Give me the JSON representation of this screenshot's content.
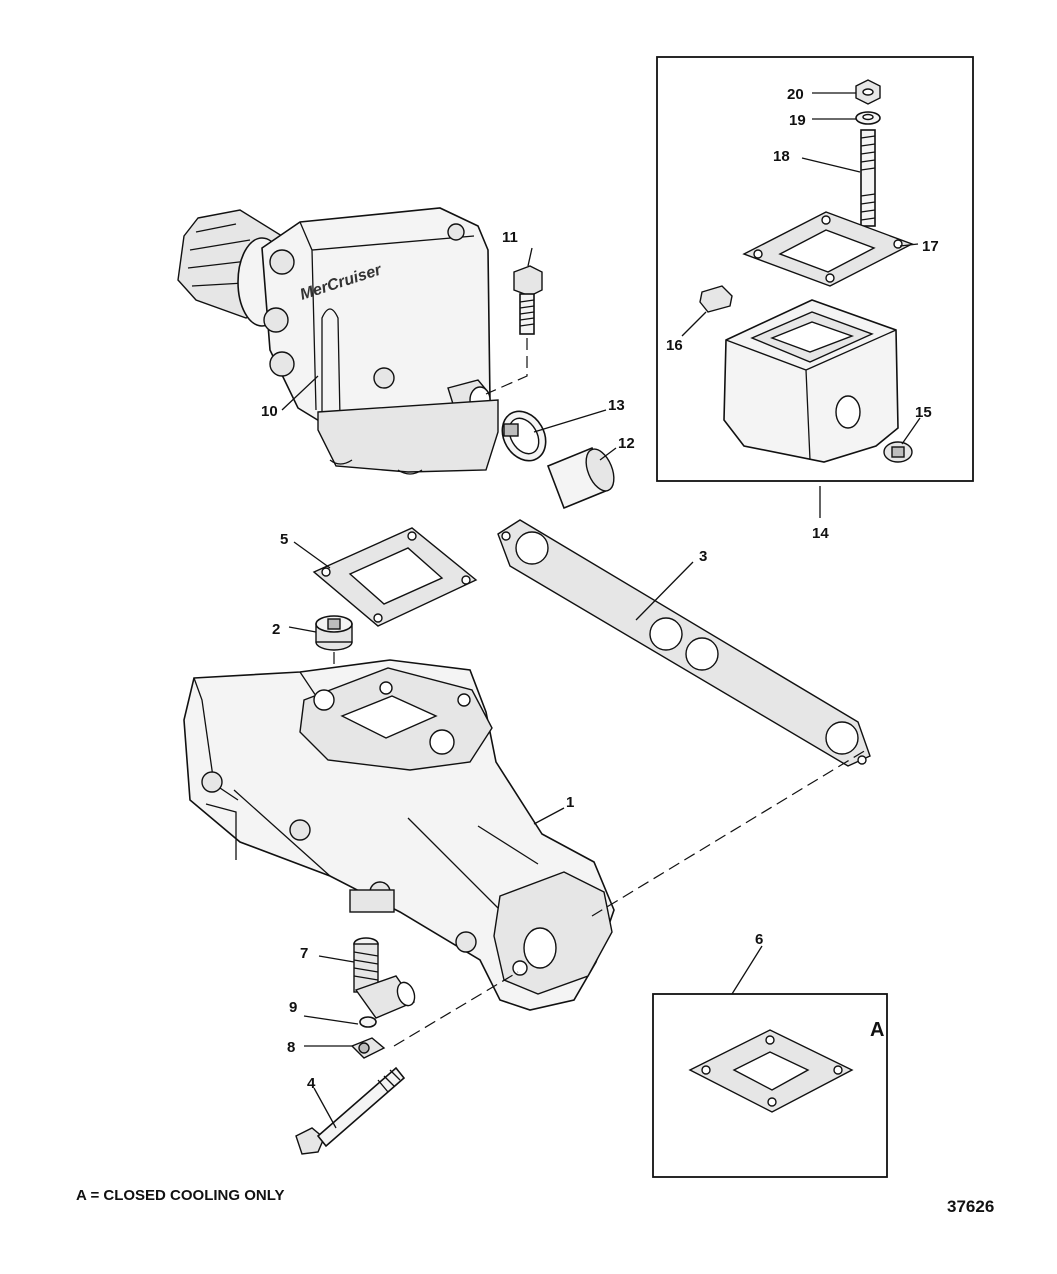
{
  "callouts": {
    "c1": "1",
    "c2": "2",
    "c3": "3",
    "c4": "4",
    "c5": "5",
    "c6": "6",
    "c7": "7",
    "c8": "8",
    "c9": "9",
    "c10": "10",
    "c11": "11",
    "c12": "12",
    "c13": "13",
    "c14": "14",
    "c15": "15",
    "c16": "16",
    "c17": "17",
    "c18": "18",
    "c19": "19",
    "c20": "20"
  },
  "inset_a_label": "A",
  "footnote": "A = CLOSED COOLING ONLY",
  "figure_number": "37626",
  "brand_text": "MerCruiser"
}
